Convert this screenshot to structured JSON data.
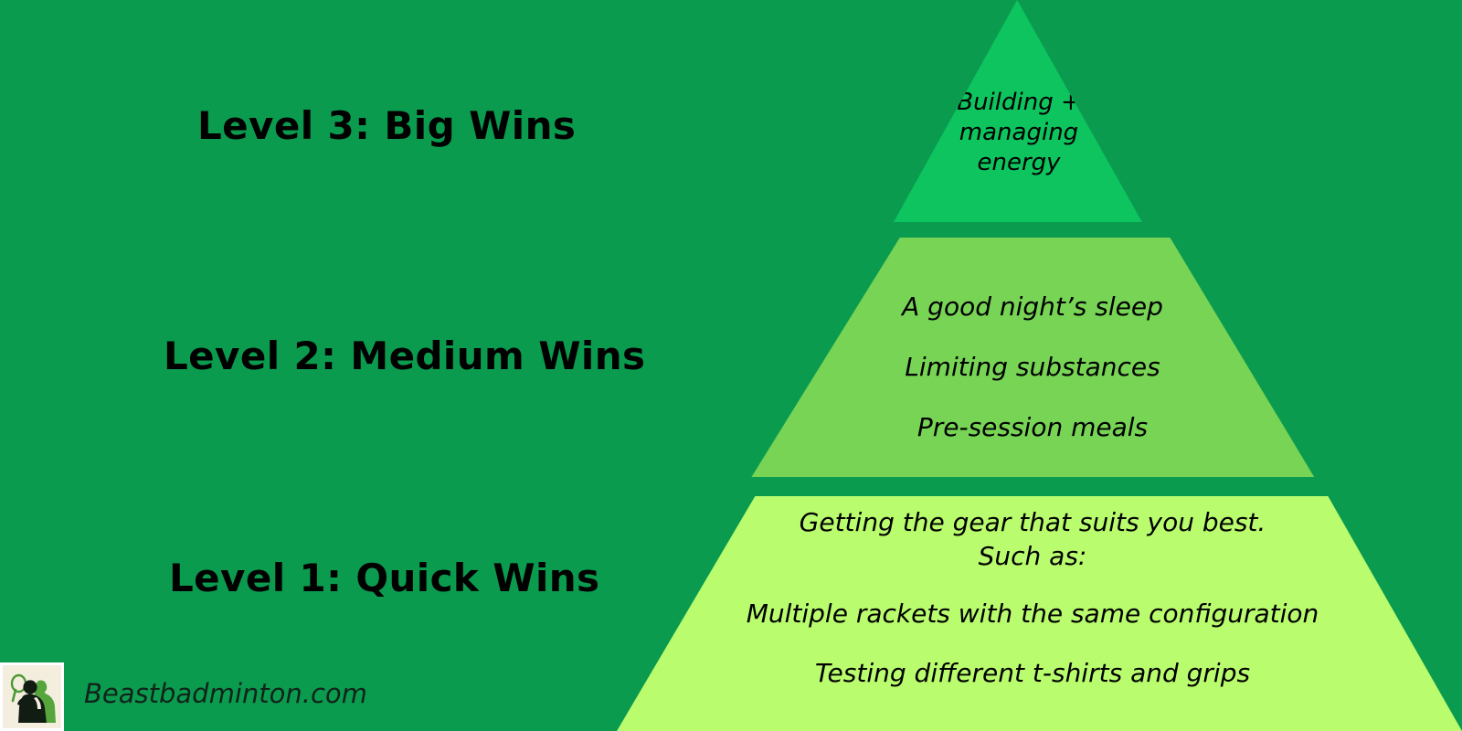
{
  "background_color": "#0b9b4f",
  "levels": [
    {
      "id": "level-3",
      "label": "Level 3: Big Wins",
      "color": "#0ec45e",
      "items": [
        "Building +",
        "managing",
        "energy"
      ]
    },
    {
      "id": "level-2",
      "label": "Level 2: Medium Wins",
      "color": "#77d455",
      "items": [
        "A good night’s sleep",
        "Limiting substances",
        "Pre-session meals"
      ]
    },
    {
      "id": "level-1",
      "label": "Level 1: Quick Wins",
      "color": "#b9fc6d",
      "items": [
        "Getting the gear that suits you best.",
        "Such as:",
        "Multiple rackets with the same configuration",
        "Testing different t-shirts and grips"
      ]
    }
  ],
  "watermark": {
    "text": "Beastbadminton.com",
    "logo_name": "badminton-players-logo",
    "badge_background": "#f4eede"
  }
}
